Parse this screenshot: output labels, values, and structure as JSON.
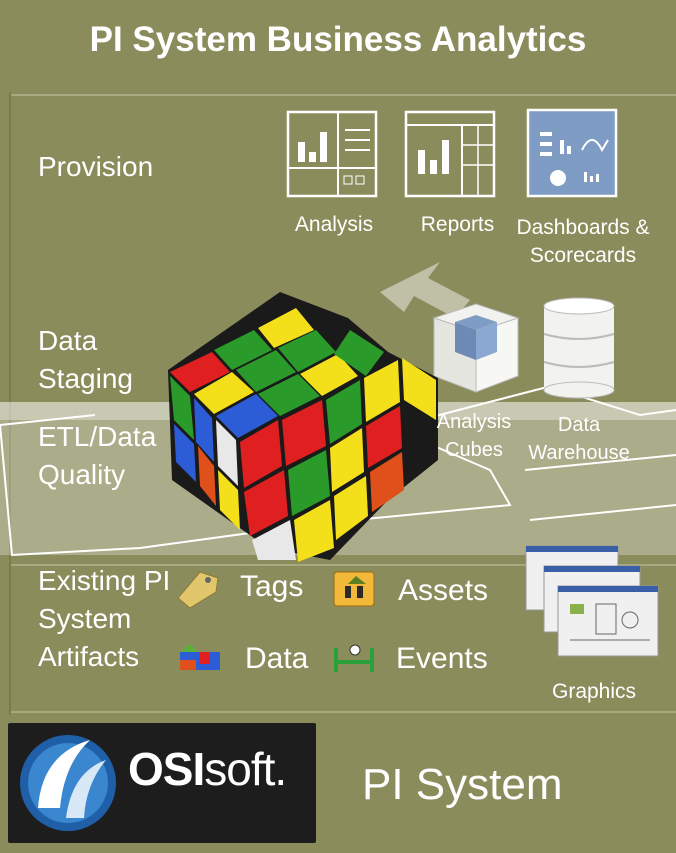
{
  "title": "PI System Business Analytics",
  "levels": {
    "provision": "Provision",
    "data_staging": "Data Staging",
    "etl": "ETL/Data Quality",
    "existing": "Existing PI System Artifacts"
  },
  "provision_items": [
    "Analysis",
    "Reports",
    "Dashboards & Scorecards"
  ],
  "staging_items": [
    "Analysis Cubes",
    "Data Warehouse"
  ],
  "artifacts": [
    "Tags",
    "Assets",
    "Data",
    "Events"
  ],
  "graphics_label": "Graphics",
  "logo": {
    "brand_bold": "OSI",
    "brand_light": "soft",
    "mark": "."
  },
  "footer_text": "PI System",
  "colors": {
    "background": "#8b8c5c",
    "logo_bg": "#1d1d1d",
    "icon_blue": "#7f9cc4"
  }
}
